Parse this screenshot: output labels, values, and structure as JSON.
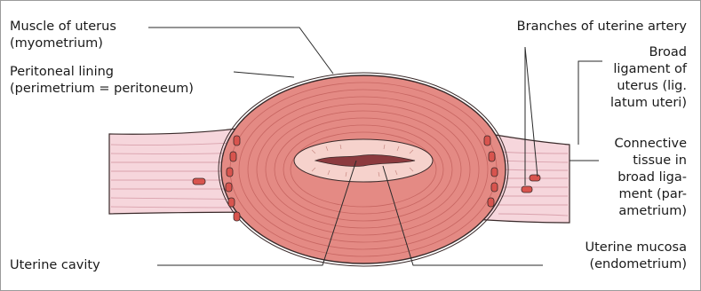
{
  "labels": {
    "muscle": "Muscle of uterus",
    "muscle_sub": "(myometrium)",
    "peritoneal": "Peritoneal lining",
    "peritoneal_sub": "(perimetrium = peritoneum)",
    "cavity": "Uterine cavity",
    "branches": "Branches of uterine artery",
    "broad_1": "Broad",
    "broad_2": "ligament of",
    "broad_3": "uterus (lig.",
    "broad_4": "latum uteri)",
    "conn_1": "Connective",
    "conn_2": "tissue in",
    "conn_3": "broad liga-",
    "conn_4": "ment (par-",
    "conn_5": "ametrium)",
    "mucosa": "Uterine mucosa",
    "mucosa_sub": "(endometrium)"
  },
  "colors": {
    "ligament_fill": "#f6d6dc",
    "myometrium_fill": "#e48a84",
    "endometrium_fill": "#f6d2cc",
    "cavity_fill": "#8c3a3e",
    "vessel_fill": "#d8544e",
    "outline": "#3a2a2a"
  }
}
